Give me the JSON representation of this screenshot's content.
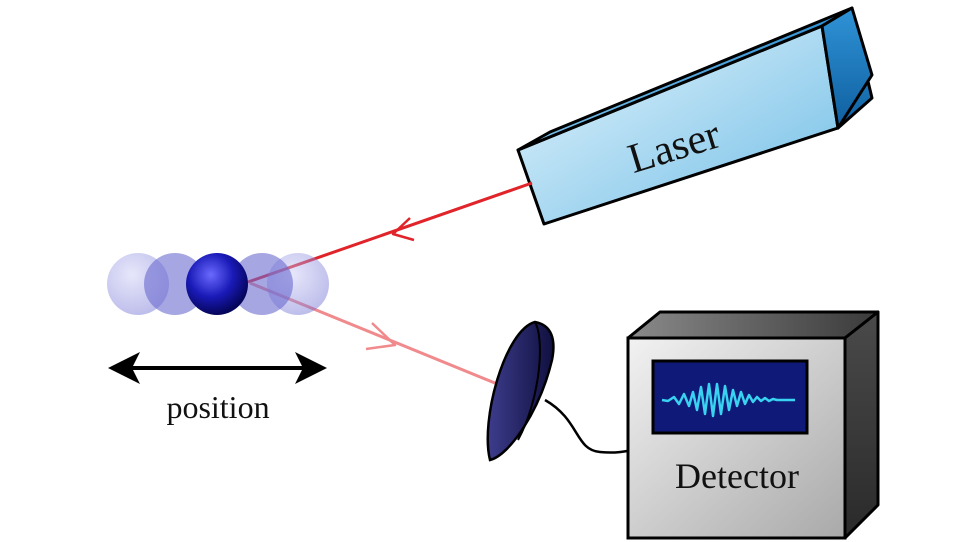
{
  "diagram": {
    "laser_label": "Laser",
    "detector_label": "Detector",
    "position_label": "position"
  },
  "colors": {
    "laser_top": "#4aa3dd",
    "laser_front": "#9ed5ee",
    "laser_side": "#1f7fc6",
    "incident_beam": "#e0242a",
    "scattered_beam": "#f08a8d",
    "particle": "#1a1aa8",
    "particle_ghost": "#8c8ce0",
    "detector_screen": "#0f1a78",
    "waveform": "#39d2f0",
    "mirror": "#1c1c5c",
    "detector_body": "#d9d9d9"
  }
}
